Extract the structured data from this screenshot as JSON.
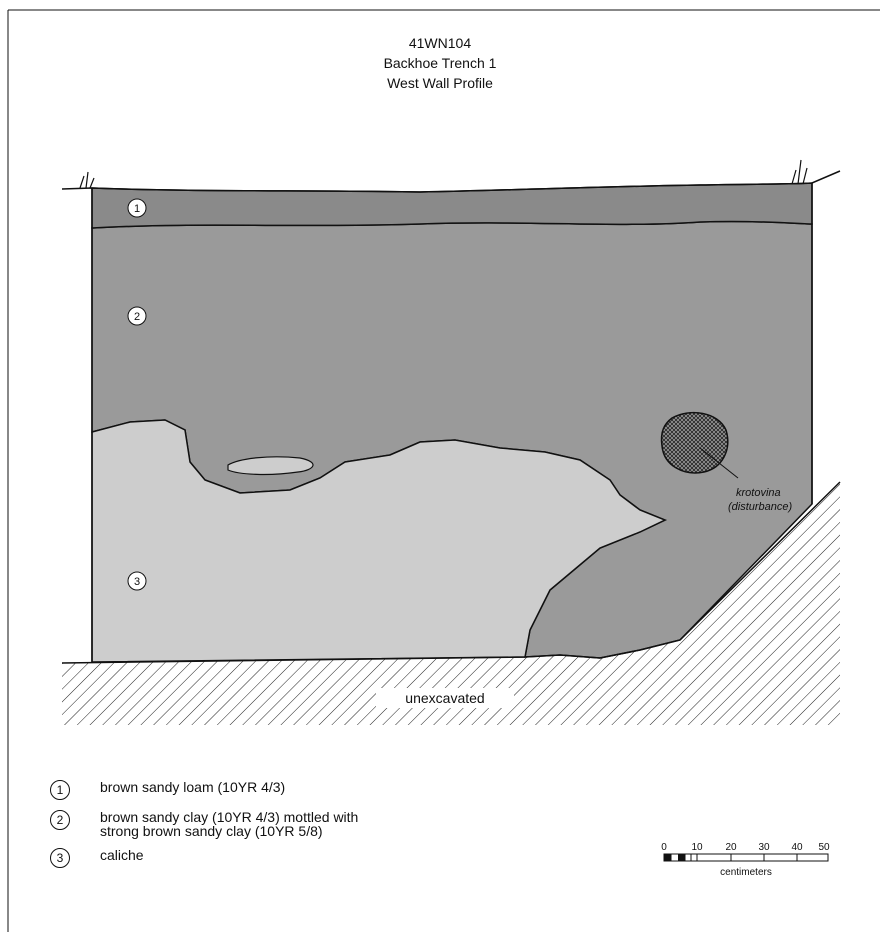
{
  "title": {
    "site": "41WN104",
    "trench": "Backhoe Trench 1",
    "profile": "West Wall Profile"
  },
  "layers": [
    {
      "num": "1",
      "label": "1"
    },
    {
      "num": "2",
      "label": "2"
    },
    {
      "num": "3",
      "label": "3"
    }
  ],
  "annotations": {
    "krotovina_line1": "krotovina",
    "krotovina_line2": "(disturbance)",
    "unexcavated": "unexcavated"
  },
  "legend": [
    {
      "num": "1",
      "lines": [
        "brown sandy loam (10YR 4/3)"
      ]
    },
    {
      "num": "2",
      "lines": [
        "brown sandy clay (10YR 4/3) mottled with",
        "strong brown sandy clay (10YR 5/8)"
      ]
    },
    {
      "num": "3",
      "lines": [
        "caliche"
      ]
    }
  ],
  "scale": {
    "ticks": [
      "0",
      "10",
      "20",
      "30",
      "40",
      "50"
    ],
    "unit": "centimeters"
  },
  "colors": {
    "layer1": "#8a8a8a",
    "layer2": "#9a9a9a",
    "layer3": "#cdcdcd",
    "outline": "#111111"
  }
}
